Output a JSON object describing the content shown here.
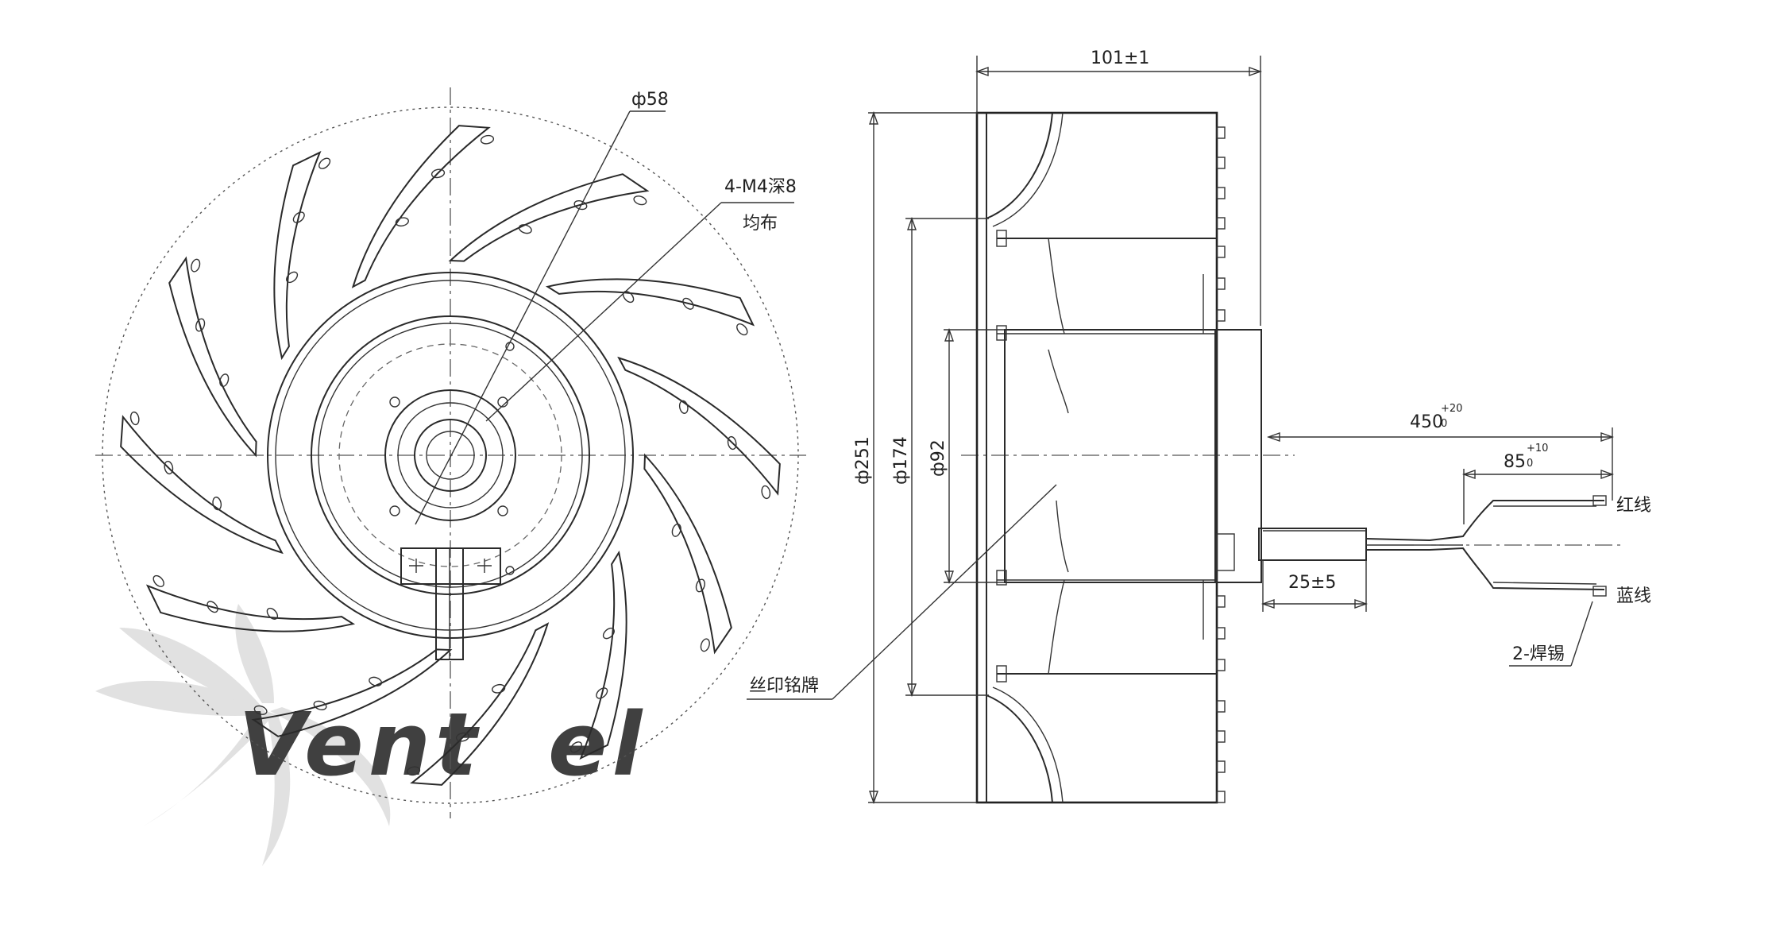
{
  "front_view": {
    "hub_dia": "ф58",
    "thread_note_line1": "4-M4深8",
    "thread_note_line2": "均布"
  },
  "side_view": {
    "width_dim": "101±1",
    "outer_dia": "ф251",
    "inlet_dia": "ф174",
    "shaft_dia": "ф92",
    "lead_length": "450",
    "lead_length_tol_upper": "+20",
    "lead_length_tol_lower": "0",
    "strip_length": "85",
    "strip_length_tol_upper": "+10",
    "strip_length_tol_lower": "0",
    "sleeve_length": "25±5",
    "red_wire": "红线",
    "blue_wire": "蓝线",
    "solder_note": "2-焊锡",
    "nameplate_note": "丝印铭牌"
  },
  "watermark": {
    "brand": "Ventel",
    "colors": {
      "gray": "#d4d4d4",
      "blue": "#bcd8ef"
    }
  }
}
